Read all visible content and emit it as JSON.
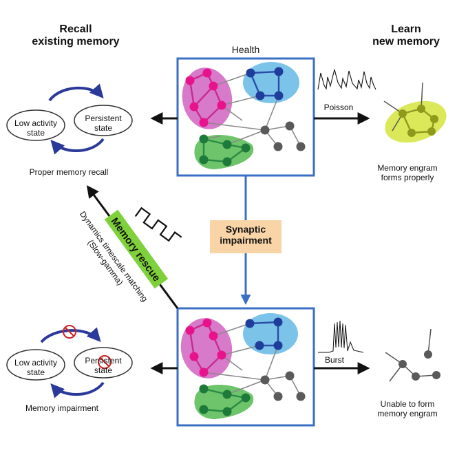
{
  "left_header": {
    "line1": "Recall",
    "line2": "existing memory"
  },
  "right_header": {
    "line1": "Learn",
    "line2": "new memory"
  },
  "health_label": "Health",
  "top_left": {
    "state_a": {
      "line1": "Low activity",
      "line2": "state"
    },
    "state_b": {
      "line1": "Persistent",
      "line2": "state"
    },
    "caption": "Proper memory recall"
  },
  "top_right": {
    "input_label": "Poisson",
    "caption": {
      "line1": "Memory engram",
      "line2": "forms properly"
    }
  },
  "middle": {
    "impairment": {
      "line1": "Synaptic",
      "line2": "impairment"
    },
    "rescue": "Memory rescue",
    "rescue_note": {
      "line1": "Dynamics timescale matching",
      "line2": "(Slow-gamma)"
    }
  },
  "bottom_left": {
    "state_a": {
      "line1": "Low activity",
      "line2": "state"
    },
    "state_b": {
      "line1": "Persistent",
      "line2": "state"
    },
    "caption": "Memory impairment"
  },
  "bottom_right": {
    "input_label": "Burst",
    "caption": {
      "line1": "Unable to form",
      "line2": "memory engram"
    }
  },
  "colors": {
    "frame_blue": "#3a6fc4",
    "arrow_navy": "#2b3a9a",
    "magenta_cluster": "#d77ac9",
    "magenta_node": "#e8138c",
    "blue_cluster": "#7cc3ea",
    "blue_node": "#1f3d9a",
    "green_cluster": "#6dc46a",
    "green_node": "#1e7a3a",
    "gray_node": "#5a5a5a",
    "yellow_cluster": "#dbe85a",
    "olive_node": "#8e9a1c",
    "rescue_green": "#7fd13b",
    "impairment_peach": "#f9d4a7",
    "prohibit_red": "#cc2222"
  }
}
